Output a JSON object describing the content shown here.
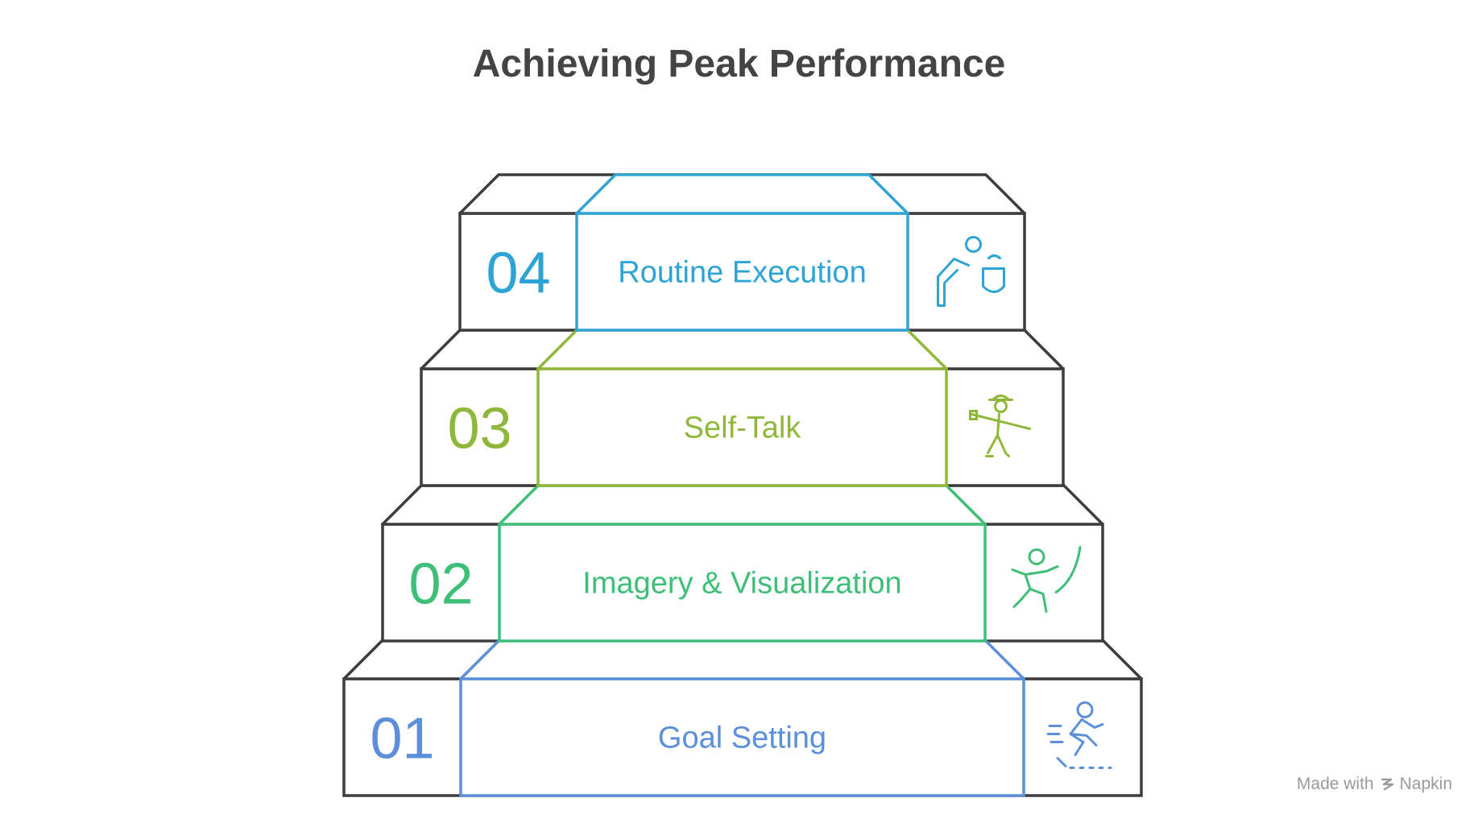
{
  "title": "Achieving Peak Performance",
  "steps": [
    {
      "number": "01",
      "label": "Goal Setting",
      "color": "#5b8fd9",
      "icon": "sprinting-person-icon"
    },
    {
      "number": "02",
      "label": "Imagery & Visualization",
      "color": "#3dbf78",
      "icon": "climbing-person-icon"
    },
    {
      "number": "03",
      "label": "Self-Talk",
      "color": "#8fb83a",
      "icon": "hiker-with-pole-icon"
    },
    {
      "number": "04",
      "label": "Routine Execution",
      "color": "#2ea3d6",
      "icon": "person-with-bucket-icon"
    }
  ],
  "outline_color": "#3d3d3d",
  "watermark": {
    "prefix": "Made with",
    "brand": "Napkin"
  }
}
